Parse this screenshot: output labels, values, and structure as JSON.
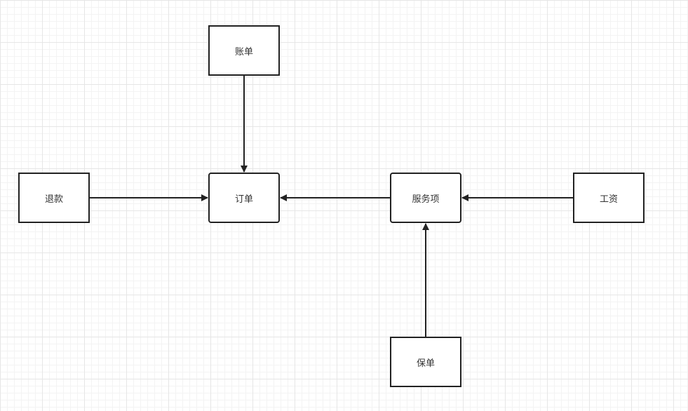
{
  "diagram": {
    "nodes": {
      "bill": "账单",
      "refund": "退款",
      "order": "订单",
      "service_item": "服务项",
      "salary": "工资",
      "policy": "保单"
    },
    "edges": [
      {
        "from": "bill",
        "to": "order"
      },
      {
        "from": "refund",
        "to": "order"
      },
      {
        "from": "service_item",
        "to": "order"
      },
      {
        "from": "salary",
        "to": "service_item"
      },
      {
        "from": "policy",
        "to": "service_item"
      }
    ],
    "colors": {
      "stroke": "#222222",
      "text": "#333333",
      "grid": "#e6e6e6"
    }
  }
}
